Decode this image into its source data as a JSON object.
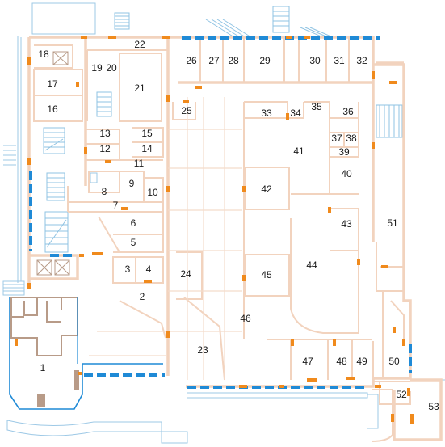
{
  "plan": {
    "rooms": [
      {
        "id": "r1",
        "label": "1"
      },
      {
        "id": "r2",
        "label": "2"
      },
      {
        "id": "r3",
        "label": "3"
      },
      {
        "id": "r4",
        "label": "4"
      },
      {
        "id": "r5",
        "label": "5"
      },
      {
        "id": "r6",
        "label": "6"
      },
      {
        "id": "r7",
        "label": "7"
      },
      {
        "id": "r8",
        "label": "8"
      },
      {
        "id": "r9",
        "label": "9"
      },
      {
        "id": "r10",
        "label": "10"
      },
      {
        "id": "r11",
        "label": "11"
      },
      {
        "id": "r12",
        "label": "12"
      },
      {
        "id": "r13",
        "label": "13"
      },
      {
        "id": "r14",
        "label": "14"
      },
      {
        "id": "r15",
        "label": "15"
      },
      {
        "id": "r16",
        "label": "16"
      },
      {
        "id": "r17",
        "label": "17"
      },
      {
        "id": "r18",
        "label": "18"
      },
      {
        "id": "r19",
        "label": "19"
      },
      {
        "id": "r20",
        "label": "20"
      },
      {
        "id": "r21",
        "label": "21"
      },
      {
        "id": "r22",
        "label": "22"
      },
      {
        "id": "r23",
        "label": "23"
      },
      {
        "id": "r24",
        "label": "24"
      },
      {
        "id": "r25",
        "label": "25"
      },
      {
        "id": "r26",
        "label": "26"
      },
      {
        "id": "r27",
        "label": "27"
      },
      {
        "id": "r28",
        "label": "28"
      },
      {
        "id": "r29",
        "label": "29"
      },
      {
        "id": "r30",
        "label": "30"
      },
      {
        "id": "r31",
        "label": "31"
      },
      {
        "id": "r32",
        "label": "32"
      },
      {
        "id": "r33",
        "label": "33"
      },
      {
        "id": "r34",
        "label": "34"
      },
      {
        "id": "r35",
        "label": "35"
      },
      {
        "id": "r36",
        "label": "36"
      },
      {
        "id": "r37",
        "label": "37"
      },
      {
        "id": "r38",
        "label": "38"
      },
      {
        "id": "r39",
        "label": "39"
      },
      {
        "id": "r40",
        "label": "40"
      },
      {
        "id": "r41",
        "label": "41"
      },
      {
        "id": "r42",
        "label": "42"
      },
      {
        "id": "r43",
        "label": "43"
      },
      {
        "id": "r44",
        "label": "44"
      },
      {
        "id": "r45",
        "label": "45"
      },
      {
        "id": "r46",
        "label": "46"
      },
      {
        "id": "r47",
        "label": "47"
      },
      {
        "id": "r48",
        "label": "48"
      },
      {
        "id": "r49",
        "label": "49"
      },
      {
        "id": "r50",
        "label": "50"
      },
      {
        "id": "r51",
        "label": "51"
      },
      {
        "id": "r52",
        "label": "52"
      },
      {
        "id": "r53",
        "label": "53"
      }
    ],
    "colors": {
      "wall": "#f2d3be",
      "door": "#f08a1c",
      "window": "#1f8ad6",
      "outline": "#9ec9e6",
      "existing_structure": "#b89b88",
      "label": "#1a1a1a"
    }
  }
}
